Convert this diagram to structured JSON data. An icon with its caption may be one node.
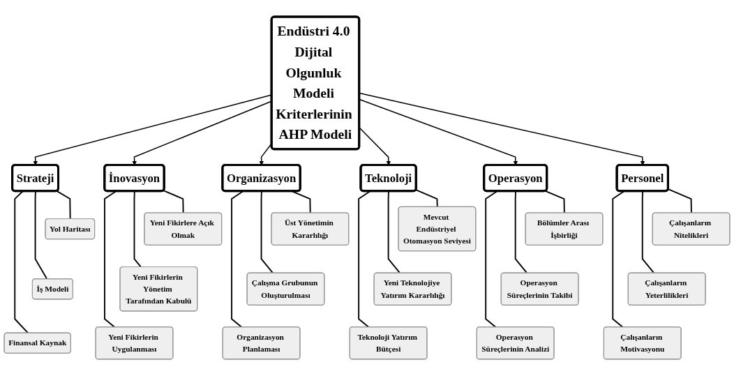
{
  "diagram": {
    "nodes": [
      {
        "text": [
          "Endüstri 4.0 Dijital Olgunluk Modeli Kriterlerinin AHP Modeli"
        ]
      },
      {
        "text": [
          "Strateji"
        ]
      },
      {
        "text": [
          "Yol Haritası"
        ]
      },
      {
        "text": [
          "İş Modeli"
        ]
      },
      {
        "text": [
          "Finansal Kaynak"
        ]
      },
      {
        "text": [
          "İnovasyon"
        ]
      },
      {
        "text": [
          "Yeni Fikirlere Açık Olmak"
        ]
      },
      {
        "text": [
          "Yeni Fikirlerin Yönetim Tarafından Kabulü"
        ]
      },
      {
        "text": [
          "Yeni Fikirlerin Uygulanması"
        ]
      },
      {
        "text": [
          "Organizasyon"
        ]
      },
      {
        "text": [
          "Üst Yönetimin Kararlılığı"
        ]
      },
      {
        "text": [
          "Çalışma Grubunun Oluşturulması"
        ]
      },
      {
        "text": [
          "Organizasyon Planlaması"
        ]
      },
      {
        "text": [
          "Teknoloji"
        ]
      },
      {
        "text": [
          "Mevcut Endüstriyel Otomasyon Seviyesi"
        ]
      },
      {
        "text": [
          "Yeni Teknolojiye Yatırım Kararlılığı"
        ]
      },
      {
        "text": [
          "Teknoloji Yatırım Bütçesi"
        ]
      },
      {
        "text": [
          "Operasyon"
        ]
      },
      {
        "text": [
          "Bölümler Arası İşbirliği"
        ]
      },
      {
        "text": [
          "Operasyon Süreçlerinin Takibi"
        ]
      },
      {
        "text": [
          "Operasyon Süreçlerinin Analizi"
        ]
      },
      {
        "text": [
          "Personel"
        ]
      },
      {
        "text": [
          "Çalışanların Nitelikleri"
        ]
      },
      {
        "text": [
          "Çalışanların Yeterlilikleri"
        ]
      },
      {
        "text": [
          "Çalışanların Motivasyonu"
        ]
      }
    ],
    "edges": [
      {
        "from": 0,
        "to": 1,
        "arrow": "to"
      },
      {
        "from": 0,
        "to": 5,
        "arrow": "to"
      },
      {
        "from": 0,
        "to": 9,
        "arrow": "to"
      },
      {
        "from": 0,
        "to": 13,
        "arrow": "to"
      },
      {
        "from": 0,
        "to": 17,
        "arrow": "to"
      },
      {
        "from": 0,
        "to": 21,
        "arrow": "to"
      },
      {
        "from": 1,
        "to": 2,
        "arrow": "none"
      },
      {
        "from": 1,
        "to": 3,
        "arrow": "none"
      },
      {
        "from": 1,
        "to": 4,
        "arrow": "none"
      },
      {
        "from": 5,
        "to": 6,
        "arrow": "none"
      },
      {
        "from": 5,
        "to": 7,
        "arrow": "none"
      },
      {
        "from": 5,
        "to": 8,
        "arrow": "none"
      },
      {
        "from": 9,
        "to": 10,
        "arrow": "none"
      },
      {
        "from": 9,
        "to": 11,
        "arrow": "none"
      },
      {
        "from": 9,
        "to": 12,
        "arrow": "none"
      },
      {
        "from": 13,
        "to": 14,
        "arrow": "none"
      },
      {
        "from": 13,
        "to": 15,
        "arrow": "none"
      },
      {
        "from": 13,
        "to": 16,
        "arrow": "none"
      },
      {
        "from": 17,
        "to": 18,
        "arrow": "none"
      },
      {
        "from": 17,
        "to": 19,
        "arrow": "none"
      },
      {
        "from": 17,
        "to": 20,
        "arrow": "none"
      },
      {
        "from": 21,
        "to": 22,
        "arrow": "none"
      },
      {
        "from": 21,
        "to": 23,
        "arrow": "none"
      },
      {
        "from": 21,
        "to": 24,
        "arrow": "none"
      }
    ]
  }
}
